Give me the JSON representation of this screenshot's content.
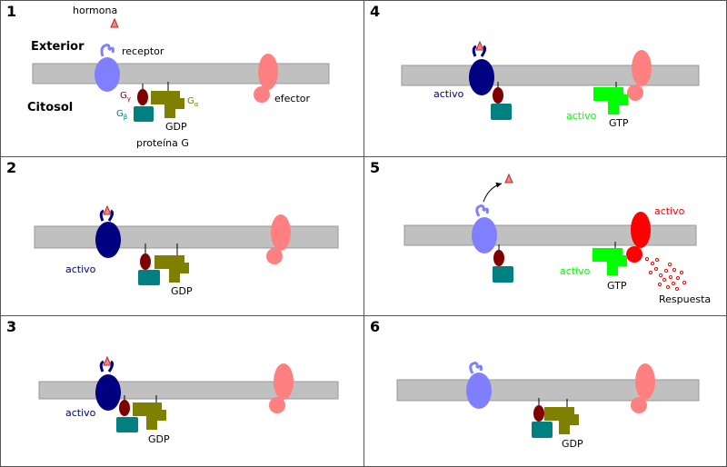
{
  "panels": [
    {
      "number": "1"
    },
    {
      "number": "2"
    },
    {
      "number": "3"
    },
    {
      "number": "4"
    },
    {
      "number": "5"
    },
    {
      "number": "6"
    }
  ],
  "labels": {
    "hormona": "hormona",
    "exterior": "Exterior",
    "citosol": "Citosol",
    "receptor": "receptor",
    "efector": "efector",
    "proteina_g": "proteína G",
    "gdp": "GDP",
    "gtp": "GTP",
    "activo": "activo",
    "respuesta": "Respuesta",
    "g_gamma_base": "G",
    "g_gamma_sub": "γ",
    "g_beta_base": "G",
    "g_beta_sub": "β",
    "g_alpha_base": "G",
    "g_alpha_sub": "α"
  },
  "colors": {
    "membrane": "#c0c0c0",
    "receptor_inactive": "#8080ff",
    "receptor_active": "#000080",
    "effector_inactive": "#ff8080",
    "effector_active": "#ff0000",
    "g_alpha_gdp": "#808000",
    "g_alpha_gtp": "#00ff00",
    "g_beta": "#008080",
    "g_gamma": "#800000",
    "hormone": "#ff8080",
    "text_active_receptor": "#000080",
    "text_active_galpha": "#00ff00",
    "text_active_effector": "#ff0000"
  }
}
